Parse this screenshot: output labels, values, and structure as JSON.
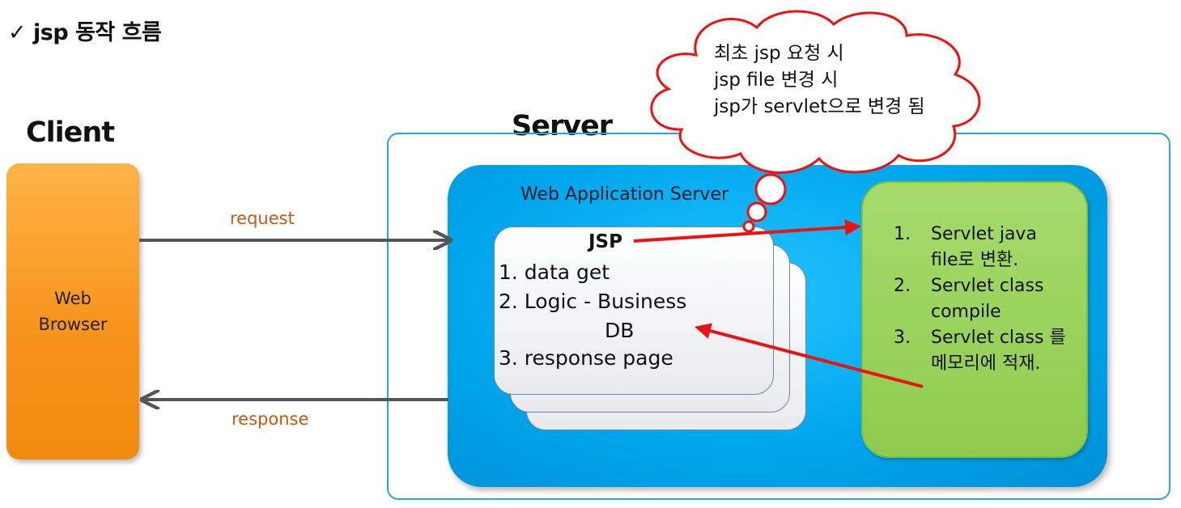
{
  "heading": "✓ jsp 동작 흐름",
  "client": {
    "label": "Client",
    "browser_label": "Web Browser"
  },
  "server": {
    "label": "Server",
    "was_label": "Web Application Server",
    "jsp": {
      "title": "JSP",
      "steps": [
        "1. data get",
        "2. Logic - Business",
        "DB",
        "3. response page"
      ]
    },
    "servlet_steps": [
      {
        "num": "1.",
        "text": "Servlet java file로 변환."
      },
      {
        "num": "2.",
        "text": "Servlet class compile"
      },
      {
        "num": "3.",
        "text": "Servlet class 를 메모리에 적재."
      }
    ]
  },
  "flows": {
    "request": "request",
    "response": "response"
  },
  "thought": {
    "lines": [
      "최초 jsp 요청 시",
      "jsp file 변경 시",
      "jsp가 servlet으로 변경 됨"
    ]
  },
  "colors": {
    "browser": "#f7941d",
    "server_frame": "#2aa3df",
    "was": "#00a6ec",
    "servlet": "#92d050",
    "flow_label": "#c55a11",
    "red_arrow": "#ee1111",
    "gray_arrow": "#555555"
  }
}
